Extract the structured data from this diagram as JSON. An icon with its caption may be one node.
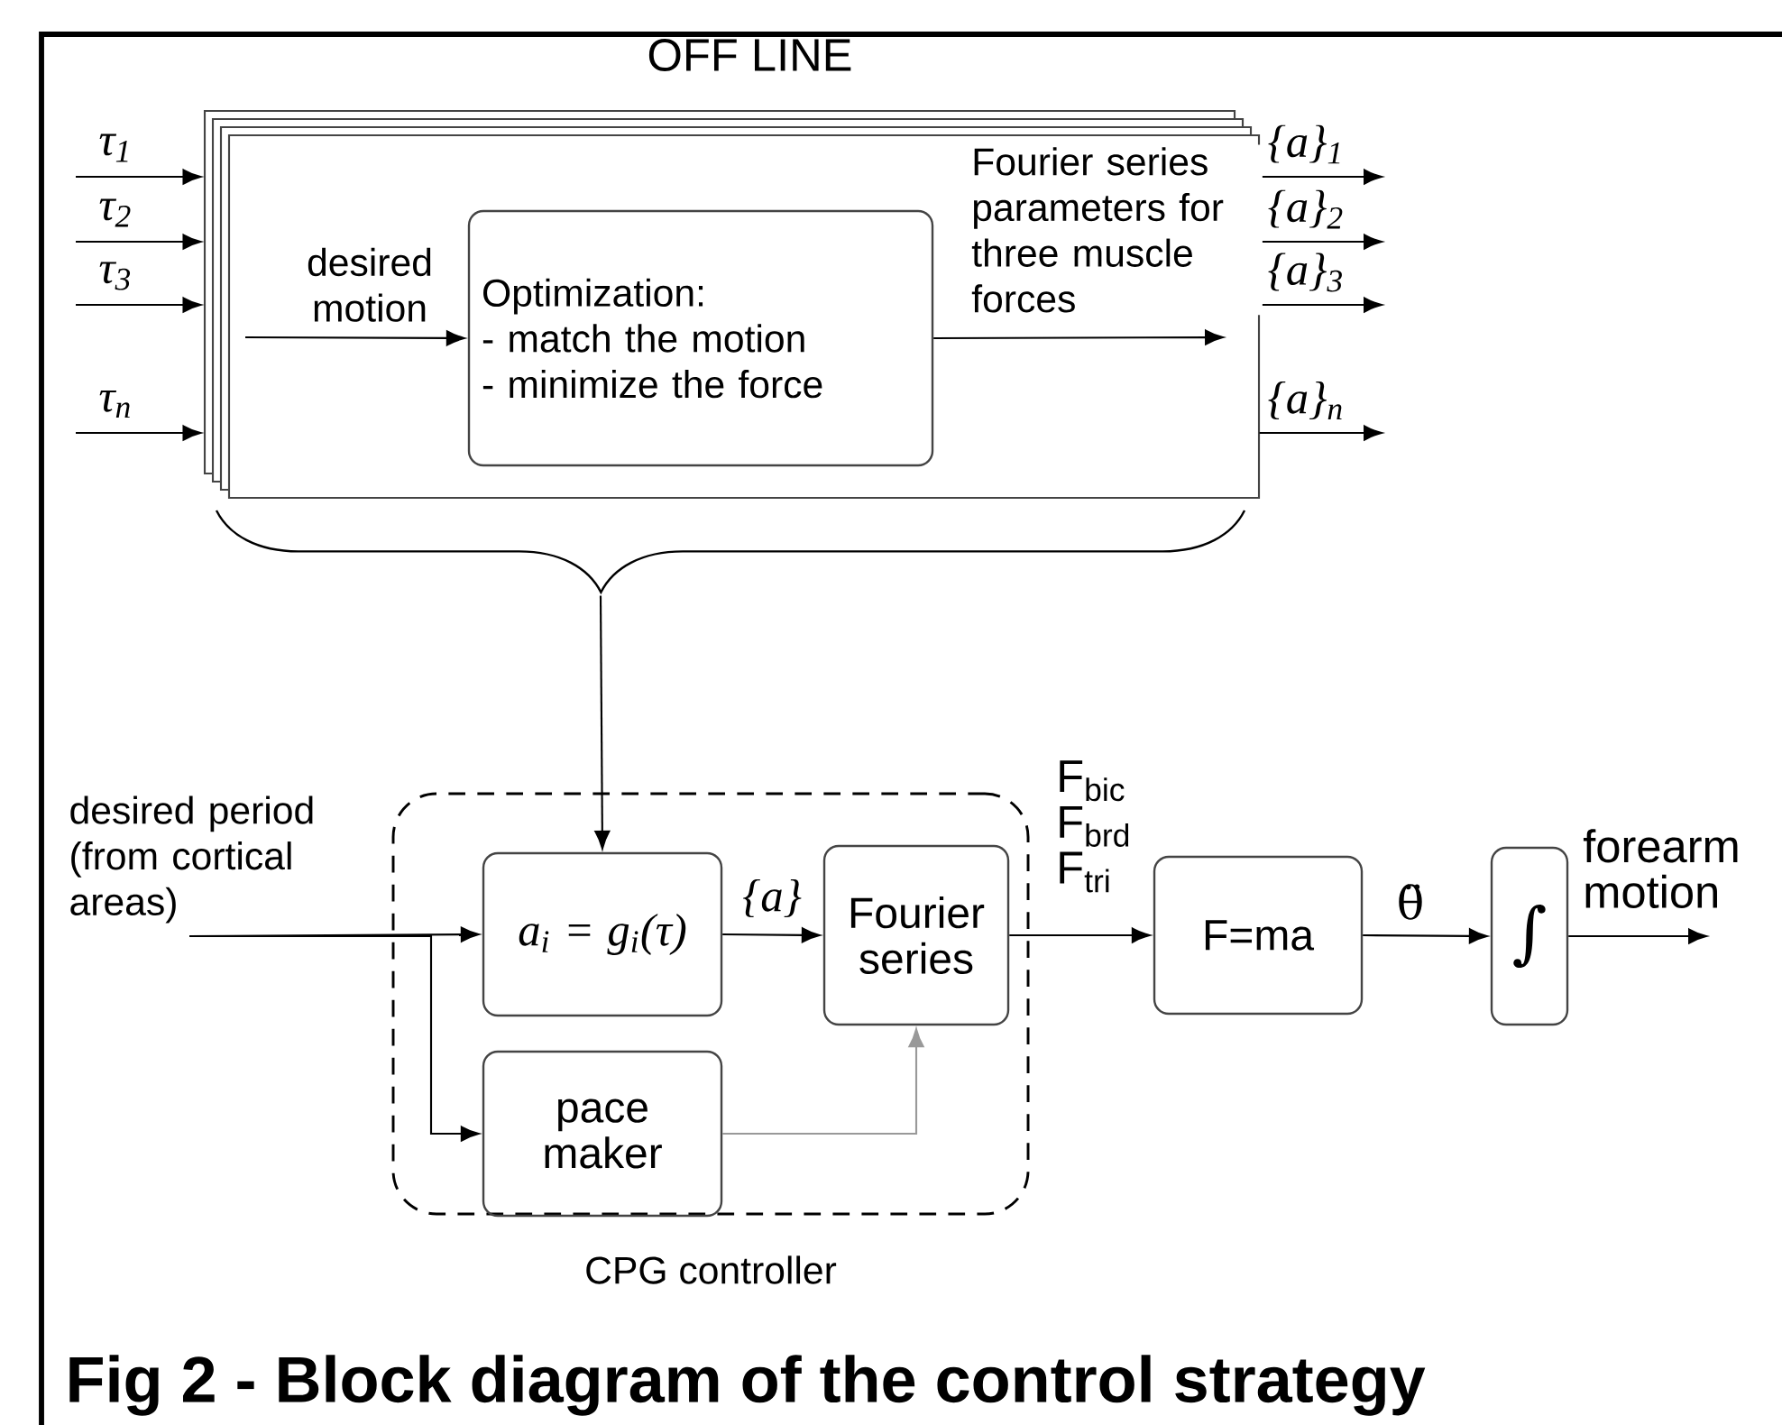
{
  "diagram": {
    "caption": "Fig 2 - Block diagram of the control strategy",
    "nodes": [
      {
        "text": [
          "OFF LINE"
        ]
      },
      {
        "text": [
          "Optimization:",
          "- match the motion",
          "- minimize the force"
        ],
        "in": 0
      },
      {
        "text": [
          "desired period (from cortical areas)"
        ]
      },
      {
        "text": [
          "CPG controller"
        ]
      },
      {
        "text": [
          "a$_{i}$ = g$_{i}$(τ)"
        ],
        "in": 3
      },
      {
        "text": [
          "Fourier series"
        ],
        "in": 3
      },
      {
        "text": [
          "pace maker"
        ],
        "in": 3
      },
      {
        "text": [
          "F=ma"
        ]
      },
      {
        "text": [
          "∫"
        ]
      }
    ],
    "edges": [
      {
        "from": null,
        "to": 0,
        "arrow": "to",
        "label": "τ$_{1}$"
      },
      {
        "from": null,
        "to": 0,
        "arrow": "to",
        "label": "τ$_{2}$"
      },
      {
        "from": null,
        "to": 0,
        "arrow": "to",
        "label": "τ$_{3}$"
      },
      {
        "from": null,
        "to": 0,
        "arrow": "to",
        "label": "τ$_{n}$"
      },
      {
        "from": null,
        "to": 1,
        "arrow": "to",
        "label": "desired motion"
      },
      {
        "from": 1,
        "to": null,
        "arrow": "to",
        "label": "Fourier series parameters for three muscle forces"
      },
      {
        "from": 0,
        "to": null,
        "arrow": "to",
        "label": "{a}$_{1}$"
      },
      {
        "from": 0,
        "to": null,
        "arrow": "to",
        "label": "{a}$_{2}$"
      },
      {
        "from": 0,
        "to": null,
        "arrow": "to",
        "label": "{a}$_{3}$"
      },
      {
        "from": 0,
        "to": null,
        "arrow": "to",
        "label": "{a}$_{n}$"
      },
      {
        "from": 0,
        "to": 4,
        "arrow": "to"
      },
      {
        "from": 2,
        "to": 4,
        "arrow": "to"
      },
      {
        "from": 2,
        "to": 6,
        "arrow": "to"
      },
      {
        "from": 4,
        "to": 5,
        "arrow": "to",
        "label": "{a}"
      },
      {
        "from": 6,
        "to": 5,
        "arrow": "to",
        "color": "#999999"
      },
      {
        "from": 5,
        "to": 7,
        "arrow": "to",
        "label": "F$_{bic}$ F$_{brd}$ F$_{tri}$"
      },
      {
        "from": 7,
        "to": 8,
        "arrow": "to",
        "label": "θ̈"
      },
      {
        "from": 8,
        "to": null,
        "arrow": "to",
        "label": "forearm motion"
      }
    ]
  }
}
